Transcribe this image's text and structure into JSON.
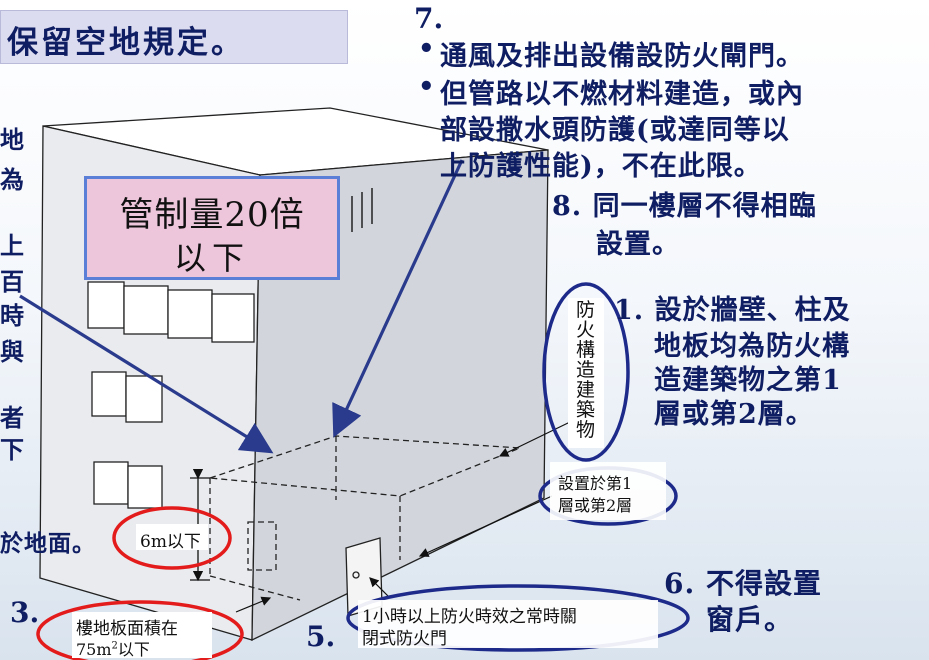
{
  "heading": "保留空地規定。",
  "item7": {
    "number": "7.",
    "bullets": [
      "通風及排出設備設防火閘門。",
      "但管路以不燃材料建造，或內",
      "部設撒水頭防護(或達同等以",
      "上防護性能)，不在此限。"
    ],
    "bullet_symbol": "•"
  },
  "item8": {
    "line1": "8. 同一樓層不得相臨",
    "line2": "設置。"
  },
  "item1": {
    "line1": "1. 設於牆壁、柱及",
    "line2": "地板均為防火構",
    "line3": "造建築物之第1",
    "line4": "層或第2層。"
  },
  "item6": {
    "line1": "6. 不得設置",
    "line2": "窗戶。"
  },
  "limit_box": {
    "line1": "管制量20倍",
    "line2": "以下"
  },
  "fireproof_label": [
    "防",
    "火",
    "構",
    "造",
    "建",
    "築",
    "物"
  ],
  "floor_label": {
    "line1": "設置於第1",
    "line2": "層或第2層"
  },
  "height_label": "6m以下",
  "ground_text": "於地面。",
  "item3": {
    "number": "3.",
    "line1": "樓地板面積在",
    "line2_prefix": "75m",
    "line2_sup": "2",
    "line2_suffix": "以下"
  },
  "item5": {
    "number": "5.",
    "line1": "1小時以上防火時效之常時關",
    "line2": "閉式防火門"
  },
  "left_clipped_chars": [
    "地",
    "為",
    "上",
    "百",
    "時",
    "與",
    "者",
    "下"
  ],
  "colors": {
    "text": "#0f1d63",
    "arrow": "#2a3a8c",
    "circle_blue": "#1d2a8a",
    "circle_red": "#e31b1b",
    "pink": "#eec6dc"
  }
}
